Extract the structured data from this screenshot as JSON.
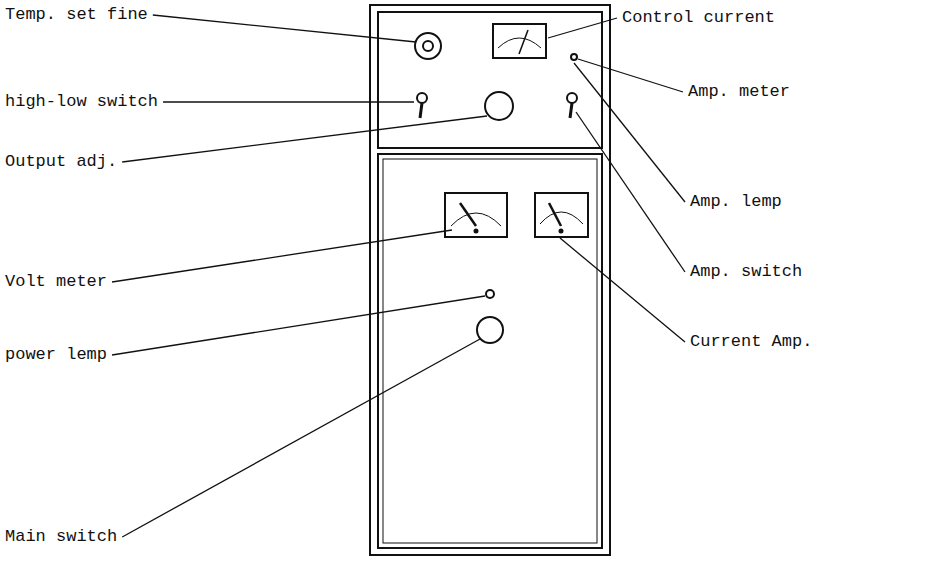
{
  "diagram": {
    "labels": [
      "Temp. set fine",
      "Control current",
      "high-low switch",
      "Amp. meter",
      "Output adj.",
      "Amp. lemp",
      "Volt meter",
      "Amp. switch",
      "power lemp",
      "Current Amp.",
      "Main switch"
    ]
  }
}
